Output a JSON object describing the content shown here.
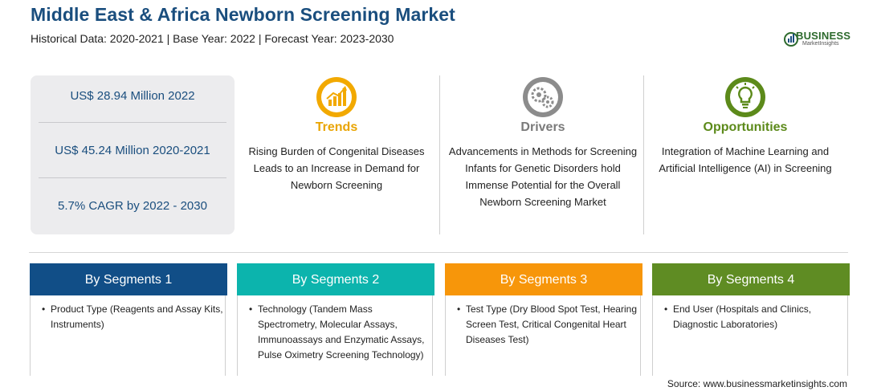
{
  "header": {
    "title": "Middle East & Africa Newborn Screening Market",
    "subtitle": "Historical Data: 2020-2021 | Base Year: 2022 | Forecast Year: 2023-2030"
  },
  "logo": {
    "main": "BUSINESS",
    "sub": "MarketInsights"
  },
  "stats": [
    "US$ 28.94 Million 2022",
    "US$ 45.24 Million 2020-2021",
    "5.7% CAGR by 2022 - 2030"
  ],
  "trends": {
    "label": "Trends",
    "text": "Rising Burden of Congenital Diseases Leads to an Increase in Demand for Newborn Screening",
    "icon": "trend-chart-icon"
  },
  "drivers": {
    "label": "Drivers",
    "text": "Advancements in Methods for Screening Infants for Genetic Disorders hold Immense Potential for the Overall Newborn Screening Market",
    "icon": "gears-icon"
  },
  "opportunities": {
    "label": "Opportunities",
    "text": "Integration of Machine Learning and Artificial Intelligence (AI) in Screening",
    "icon": "lightbulb-icon"
  },
  "segments": [
    {
      "title": "By Segments 1",
      "color": "#114e87",
      "text": "Product Type (Reagents and Assay Kits, Instruments)"
    },
    {
      "title": "By Segments 2",
      "color": "#0cb4ad",
      "text": "Technology (Tandem Mass Spectrometry, Molecular Assays, Immunoassays and Enzymatic Assays, Pulse Oximetry Screening Technology)"
    },
    {
      "title": "By Segments 3",
      "color": "#f7960a",
      "text": "Test Type (Dry Blood Spot Test, Hearing Screen Test, Critical Congenital Heart Diseases Test)"
    },
    {
      "title": "By Segments 4",
      "color": "#5f8c23",
      "text": "End User (Hospitals and Clinics, Diagnostic Laboratories)"
    }
  ],
  "colors": {
    "title": "#1a4e7e",
    "trends": "#e9a400",
    "drivers": "#7a7a7a",
    "opportunities": "#5c8a1a"
  },
  "source": "Source: www.businessmarketinsights.com"
}
